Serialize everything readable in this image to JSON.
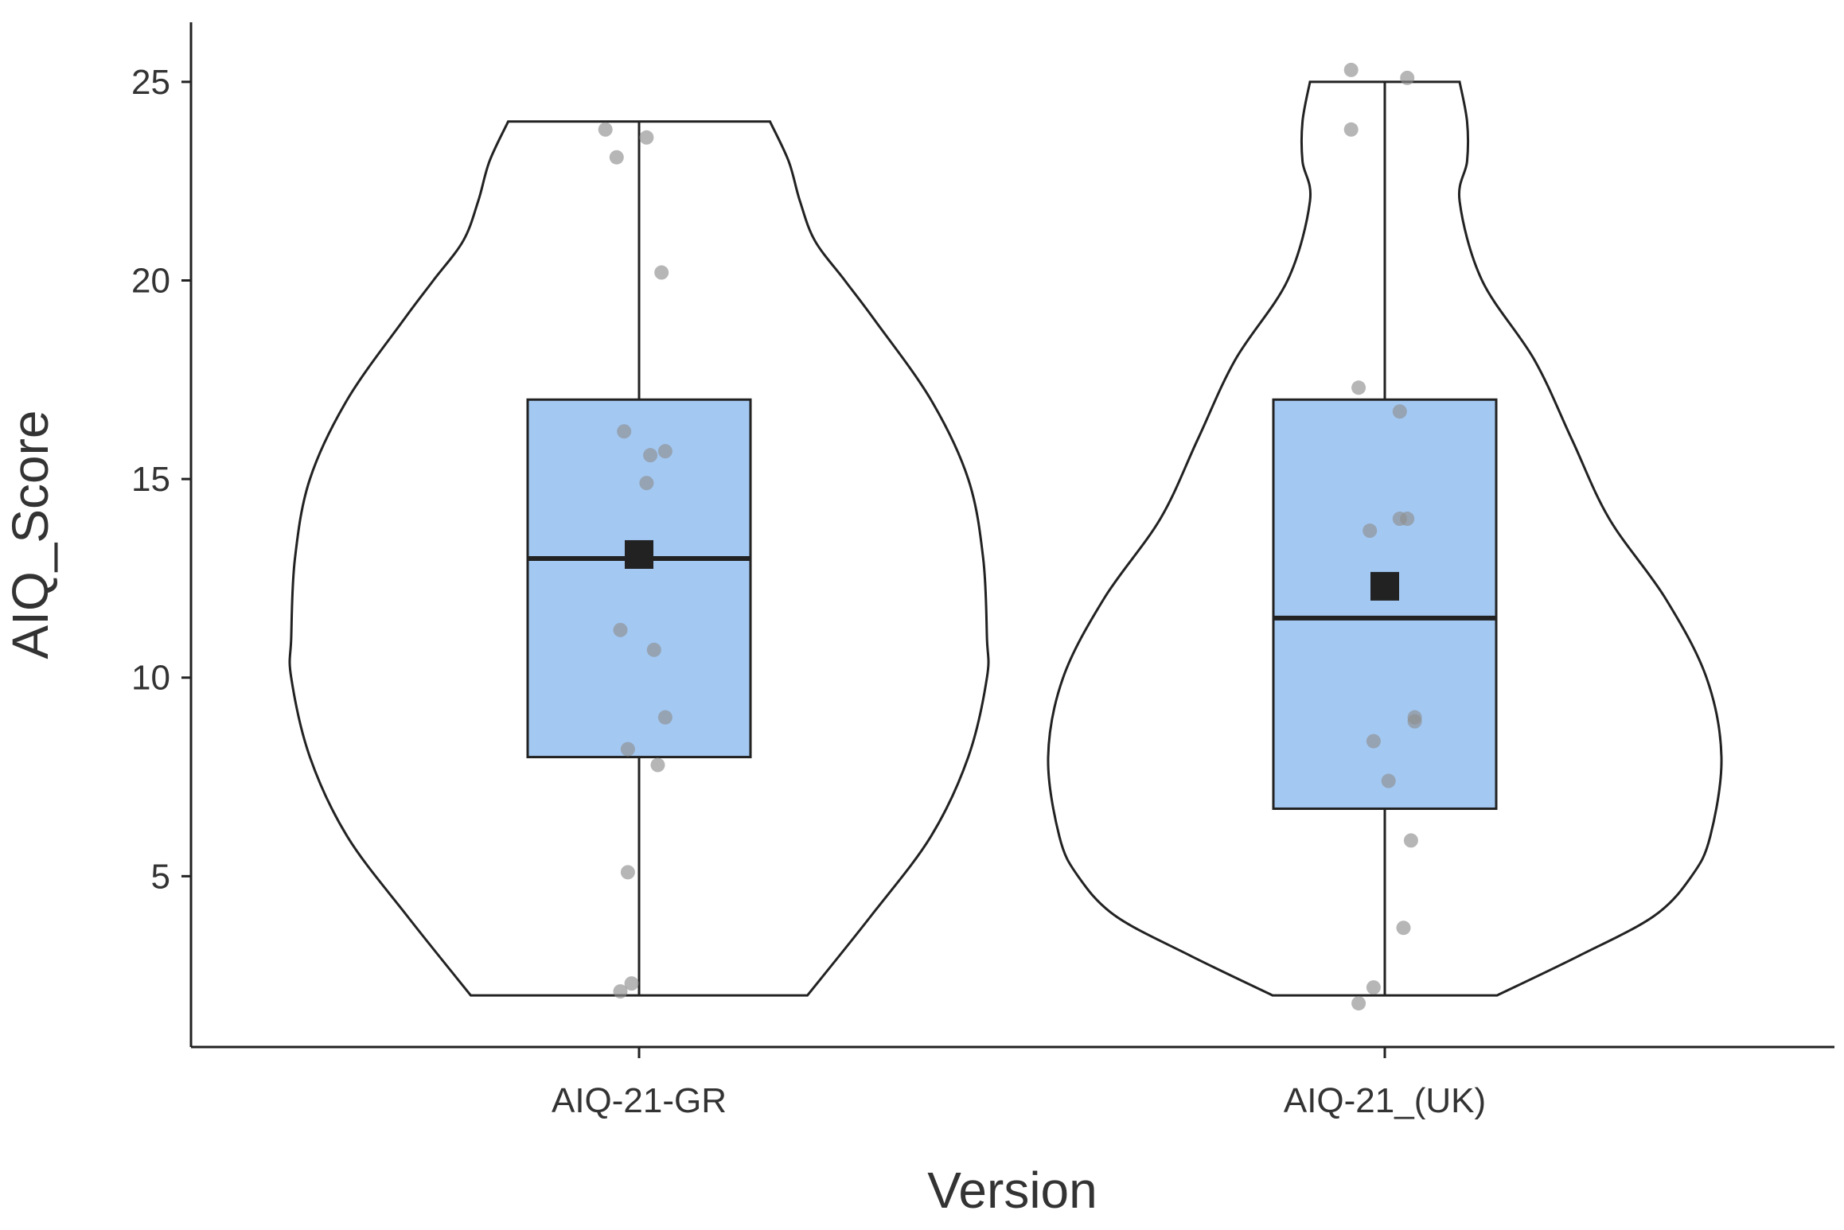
{
  "chart_data": {
    "type": "box",
    "xlabel": "Version",
    "ylabel": "AIQ_Score",
    "ylim": [
      0.7,
      26.5
    ],
    "yticks": [
      5,
      10,
      15,
      20,
      25
    ],
    "grid": false,
    "categories": [
      "AIQ-21-GR",
      "AIQ-21_(UK)"
    ],
    "colors": {
      "box_fill": "#a3c8f2",
      "points": "#8f8f8f",
      "mean_marker": "#222222",
      "outline": "#222222"
    },
    "groups": [
      {
        "name": "AIQ-21-GR",
        "whisker_low": 2,
        "q1": 8,
        "median": 13,
        "q3": 17,
        "whisker_high": 24,
        "mean": 13.1,
        "violin_half_width": [
          [
            2,
            0.45
          ],
          [
            4,
            0.62
          ],
          [
            6,
            0.78
          ],
          [
            8,
            0.88
          ],
          [
            10,
            0.93
          ],
          [
            11,
            0.93
          ],
          [
            13,
            0.92
          ],
          [
            15,
            0.88
          ],
          [
            17,
            0.78
          ],
          [
            19,
            0.63
          ],
          [
            20,
            0.55
          ],
          [
            21,
            0.47
          ],
          [
            22,
            0.43
          ],
          [
            23,
            0.4
          ],
          [
            24,
            0.35
          ]
        ],
        "points": [
          {
            "dx": -0.09,
            "y": 23.8
          },
          {
            "dx": 0.02,
            "y": 23.6
          },
          {
            "dx": -0.06,
            "y": 23.1
          },
          {
            "dx": 0.06,
            "y": 20.2
          },
          {
            "dx": -0.04,
            "y": 16.2
          },
          {
            "dx": 0.03,
            "y": 15.6
          },
          {
            "dx": 0.07,
            "y": 15.7
          },
          {
            "dx": 0.02,
            "y": 14.9
          },
          {
            "dx": -0.05,
            "y": 11.2
          },
          {
            "dx": 0.04,
            "y": 10.7
          },
          {
            "dx": 0.07,
            "y": 9.0
          },
          {
            "dx": -0.03,
            "y": 8.2
          },
          {
            "dx": 0.05,
            "y": 7.8
          },
          {
            "dx": -0.03,
            "y": 5.1
          },
          {
            "dx": -0.02,
            "y": 2.3
          },
          {
            "dx": -0.05,
            "y": 2.1
          }
        ]
      },
      {
        "name": "AIQ-21_(UK)",
        "whisker_low": 2,
        "q1": 6.7,
        "median": 11.5,
        "q3": 17,
        "whisker_high": 25,
        "mean": 12.3,
        "violin_half_width": [
          [
            2,
            0.3
          ],
          [
            3,
            0.52
          ],
          [
            4,
            0.72
          ],
          [
            5,
            0.82
          ],
          [
            6,
            0.87
          ],
          [
            8,
            0.9
          ],
          [
            10,
            0.86
          ],
          [
            12,
            0.75
          ],
          [
            14,
            0.6
          ],
          [
            16,
            0.5
          ],
          [
            18,
            0.4
          ],
          [
            20,
            0.26
          ],
          [
            22,
            0.2
          ],
          [
            23,
            0.22
          ],
          [
            24,
            0.22
          ],
          [
            25,
            0.2
          ]
        ],
        "points": [
          {
            "dx": -0.09,
            "y": 25.3
          },
          {
            "dx": 0.06,
            "y": 25.1
          },
          {
            "dx": -0.09,
            "y": 23.8
          },
          {
            "dx": -0.07,
            "y": 17.3
          },
          {
            "dx": 0.04,
            "y": 16.7
          },
          {
            "dx": -0.04,
            "y": 13.7
          },
          {
            "dx": 0.04,
            "y": 14.0
          },
          {
            "dx": 0.06,
            "y": 14.0
          },
          {
            "dx": 0.08,
            "y": 9.0
          },
          {
            "dx": 0.08,
            "y": 8.9
          },
          {
            "dx": -0.03,
            "y": 8.4
          },
          {
            "dx": 0.01,
            "y": 7.4
          },
          {
            "dx": 0.07,
            "y": 5.9
          },
          {
            "dx": 0.05,
            "y": 3.7
          },
          {
            "dx": -0.03,
            "y": 2.2
          },
          {
            "dx": -0.07,
            "y": 1.8
          }
        ]
      }
    ]
  }
}
